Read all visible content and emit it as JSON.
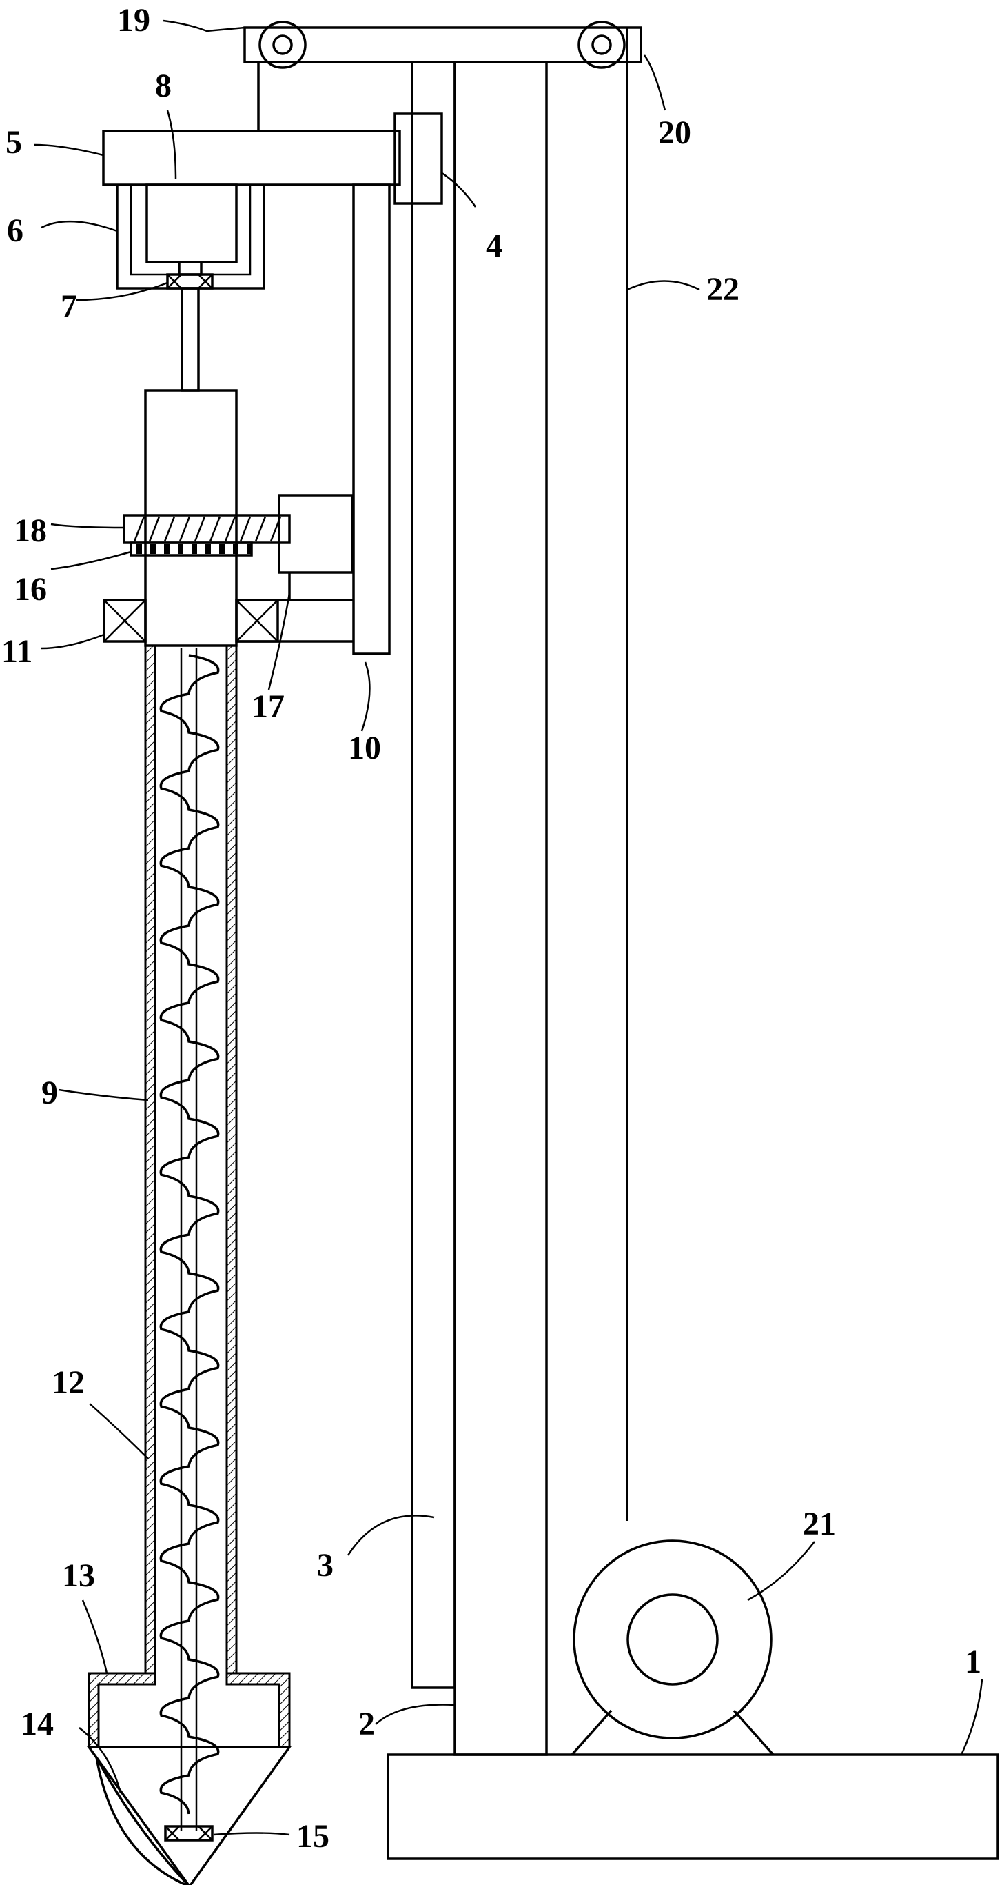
{
  "callouts": {
    "c1": "1",
    "c2": "2",
    "c3": "3",
    "c4": "4",
    "c5": "5",
    "c6": "6",
    "c7": "7",
    "c8": "8",
    "c9": "9",
    "c10": "10",
    "c11": "11",
    "c12": "12",
    "c13": "13",
    "c14": "14",
    "c15": "15",
    "c16": "16",
    "c17": "17",
    "c18": "18",
    "c19": "19",
    "c20": "20",
    "c21": "21",
    "c22": "22"
  },
  "colors": {
    "line": "#000000",
    "background": "#ffffff"
  }
}
